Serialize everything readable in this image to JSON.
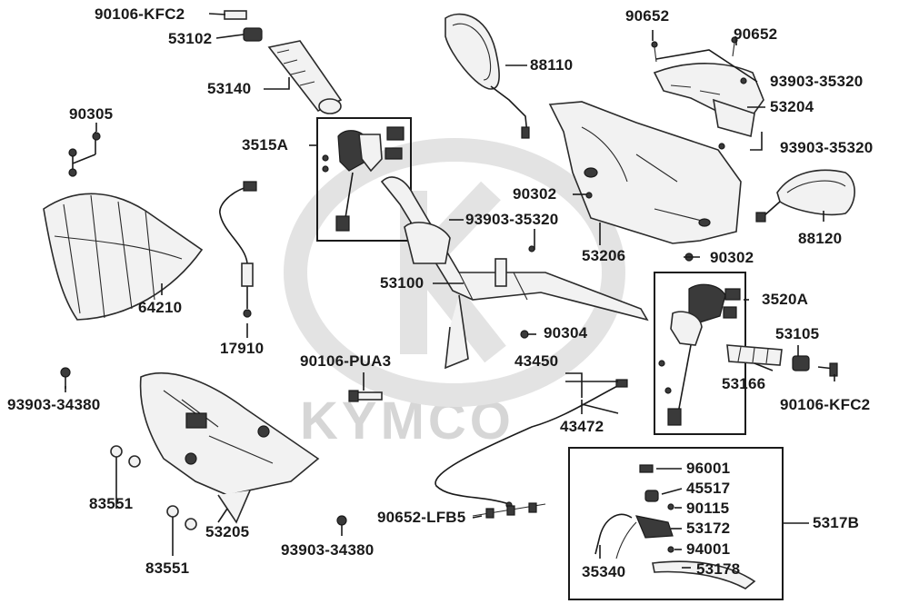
{
  "watermark": {
    "text": "KYMCO",
    "color": "#d6d6d6"
  },
  "labels": {
    "p90106_kfc2_top": "90106-KFC2",
    "p53102": "53102",
    "p53140": "53140",
    "p88110": "88110",
    "p90652_a": "90652",
    "p90652_b": "90652",
    "p93903_35320_a": "93903-35320",
    "p53204": "53204",
    "p93903_35320_b": "93903-35320",
    "p90305": "90305",
    "p3515a": "3515A",
    "p90302_a": "90302",
    "p93903_35320_c": "93903-35320",
    "p53206": "53206",
    "p90302_b": "90302",
    "p88120": "88120",
    "p64210": "64210",
    "p53100": "53100",
    "p3520a": "3520A",
    "p17910": "17910",
    "p90304": "90304",
    "p53105": "53105",
    "p90106_pua3": "90106-PUA3",
    "p43450": "43450",
    "p53166": "53166",
    "p93903_34380_a": "93903-34380",
    "p43472": "43472",
    "p90106_kfc2_bottom": "90106-KFC2",
    "p96001": "96001",
    "p45517": "45517",
    "p90115": "90115",
    "p83551_a": "83551",
    "p53205": "53205",
    "p90652_lfb5": "90652-LFB5",
    "p5317b": "5317B",
    "p53172": "53172",
    "p94001": "94001",
    "p93903_34380_b": "93903-34380",
    "p35340": "35340",
    "p53178": "53178",
    "p83551_b": "83551"
  }
}
